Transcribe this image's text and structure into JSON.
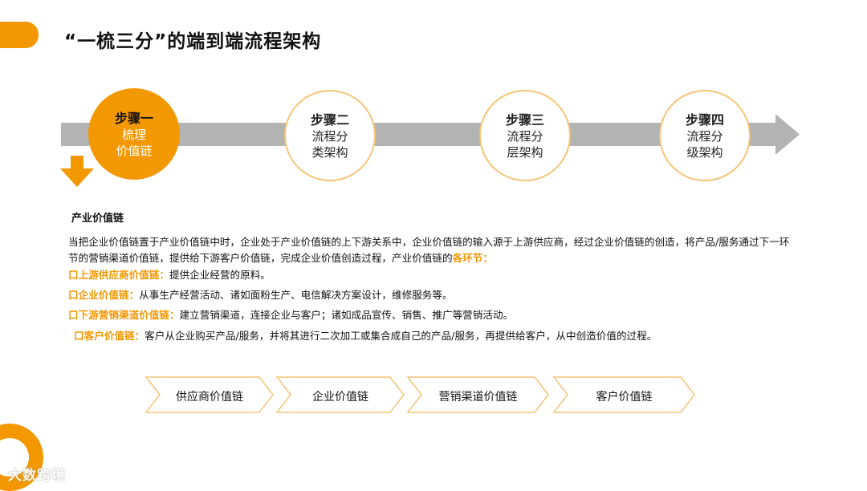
{
  "title": "“一梳三分”的端到端流程架构",
  "steps": [
    {
      "title": "步骤一",
      "line1": "梳理",
      "line2": "价值链"
    },
    {
      "title": "步骤二",
      "line1": "流程分",
      "line2": "类架构"
    },
    {
      "title": "步骤三",
      "line1": "流程分",
      "line2": "层架构"
    },
    {
      "title": "步骤四",
      "line1": "流程分",
      "line2": "级架构"
    }
  ],
  "section_title": "产业价值链",
  "paragraph": {
    "text": "当把企业价值链置于产业价值链中时，企业处于产业价值链的上下游关系中，企业价值链的输入源于上游供应商，经过企业价值链的创造，将产品/服务通过下一环节的营销渠道价值链，提供给下游客户价值链，完成企业价值创造过程，产业价值链的",
    "highlight": "各环节："
  },
  "items": [
    {
      "label": "口上游供应商价值链：",
      "text": "提供企业经营的原料。"
    },
    {
      "label": "口企业价值链：",
      "text": "从事生产经营活动、诸如面粉生产、电信解决方案设计，维修服务等。"
    },
    {
      "label": "口下游营销渠道价值链：",
      "text": "建立营销渠道，连接企业与客户；诸如成品宣传、销售、推广等营销活动。"
    },
    {
      "label": "口客户价值链：",
      "text": "客户从企业购买产品/服务，并将其进行二次加工或集合成自己的产品/服务，再提供给客户，从中创造价值的过程。"
    }
  ],
  "chain": [
    "供应商价值链",
    "企业价值链",
    "营销渠道价值链",
    "客户价值链"
  ],
  "watermark": "大数跨境",
  "colors": {
    "accent": "#f39800",
    "arrow_gray": "#b3b3b3",
    "ring_border": "#f6c477"
  }
}
